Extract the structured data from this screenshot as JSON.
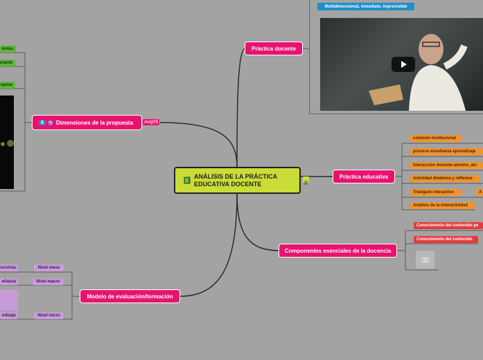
{
  "central": {
    "line1": "ANÁLISIS DE LA PRÁCTICA",
    "line2": "EDUCATIVA DOCENTE"
  },
  "branches": {
    "practica_docente": "Práctica docente",
    "practica_educativa": "Práctica educativa",
    "componentes": "Componentes esenciales de la docencia",
    "modelo": "Modelo de evaluación/formación",
    "dimensiones": "Dimensiones de la propuesta"
  },
  "dimensiones_badge": "8",
  "dimensiones_tag": "Aug09",
  "practica_docente_sub": "Multidimensional, inmediato, imprevisible",
  "practica_educativa_items": [
    "contexto institucional",
    "proceso enseñanza aprendizaje",
    "Interacción docente-alumno, alu",
    "Actividad dinámica y reflexiva",
    "Triángulo interactivo",
    "Análisis de la interactividad"
  ],
  "triangulo_extra": "A",
  "componentes_items": [
    "Conocimiento del contenido pe",
    "Conocimiento del contenido"
  ],
  "dimensiones_items": [
    "Antes",
    "urante",
    "spúse"
  ],
  "modelo_left_items": [
    "cursivas",
    "eñanza",
    "ndizaje"
  ],
  "modelo_levels": [
    "Nivel meso",
    "Nivel macro",
    "Nivel micro"
  ],
  "colors": {
    "background": "#a3a3a3",
    "central": "#c9dc37",
    "branch": "#e8136f",
    "educativa_items": "#f0932c",
    "componentes_items": "#e43b3b",
    "dimensiones_items": "#5fb536",
    "modelo_items": "#c79bd9",
    "practica_docente_sub": "#1f8fc9"
  },
  "icons": [
    "notebook-icon",
    "notes-icon",
    "camera-icon",
    "play-icon",
    "refresh-icon"
  ]
}
